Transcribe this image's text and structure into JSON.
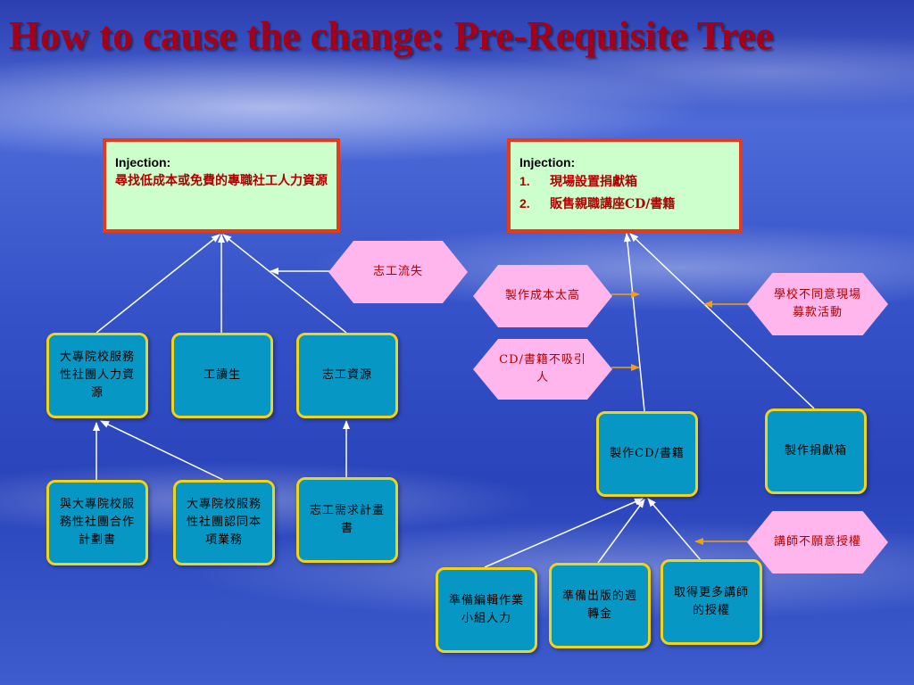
{
  "title": "How to cause the change: Pre-Requisite Tree",
  "colors": {
    "injection_fill": "#ccffcc",
    "injection_border": "#e33b1c",
    "box_fill": "#0797c5",
    "box_border": "#f1d414",
    "obstacle_fill": "#ffb6ec",
    "obstacle_text": "#b00000",
    "arrow_white": "#ffffff",
    "arrow_orange": "#f5a00a"
  },
  "left_tree": {
    "injection": {
      "heading": "Injection:",
      "text": "尋找低成本或免費的專職社工人力資源"
    },
    "obstacle": "志工流失",
    "node_university": "大專院校服務性社團人力資源",
    "node_work_study": "工讀生",
    "node_volunteer": "志工資源",
    "node_cooperation_plan": "與大專院校服務性社團合作計劃書",
    "node_club_recognition": "大專院校服務性社團認同本項業務",
    "node_volunteer_plan": "志工需求計畫書"
  },
  "right_tree": {
    "injection": {
      "heading": "Injection:",
      "items": [
        {
          "num": "1.",
          "text": "現場設置捐獻箱"
        },
        {
          "num": "2.",
          "text": "販售親職講座CD/書籍"
        }
      ]
    },
    "obstacle_cost": "製作成本太高",
    "obstacle_appeal": "CD/書籍不吸引人",
    "obstacle_school": "學校不同意現場募款活動",
    "obstacle_lecturer": "講師不願意授權",
    "node_make_cd": "製作CD/書籍",
    "node_donation_box": "製作捐獻箱",
    "node_editors": "準備編輯作業小組人力",
    "node_funds": "準備出版的週轉金",
    "node_licenses": "取得更多講師的授權"
  }
}
